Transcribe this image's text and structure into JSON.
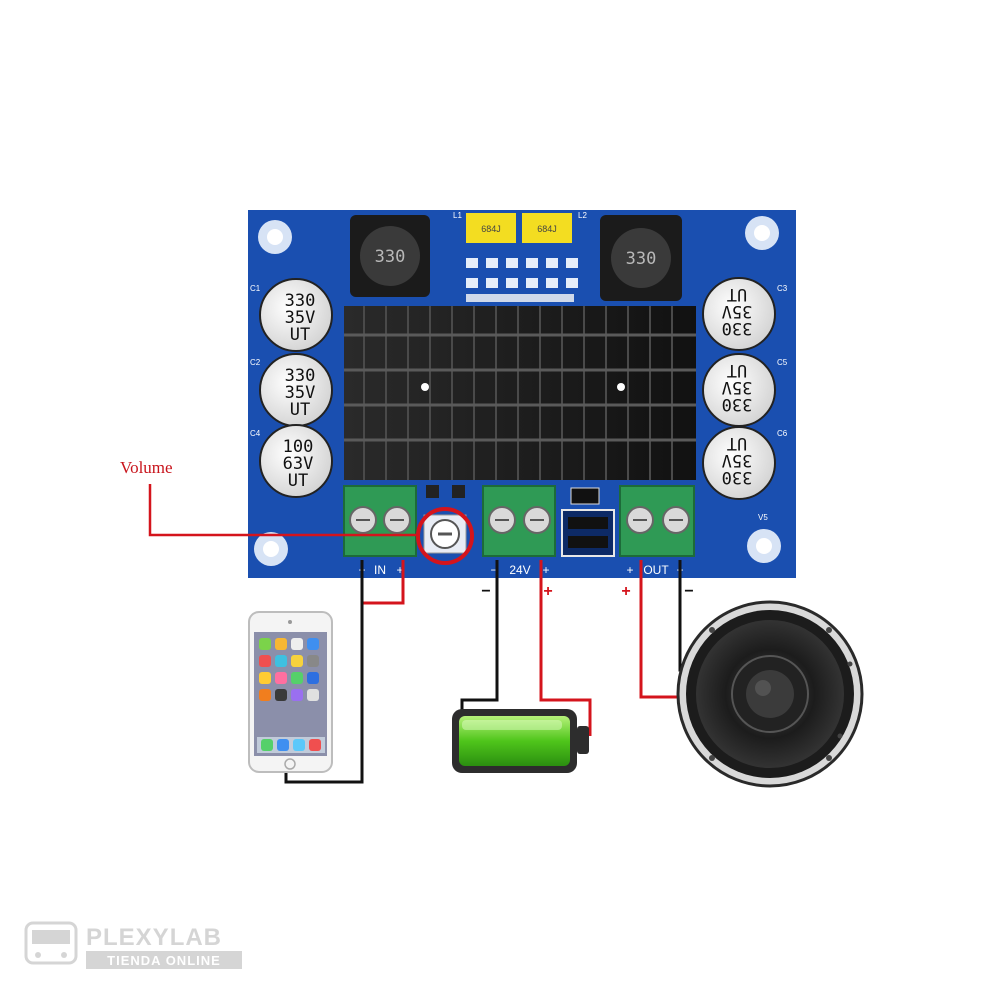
{
  "annotation": {
    "volume_label": "Volume"
  },
  "board": {
    "input_label": "IN",
    "power_label": "24V",
    "output_label": "OUT",
    "inductor_marking": "330",
    "jumper_marking": "684J",
    "small_labels": {
      "c_left_top": "C1",
      "c_left_mid": "C2",
      "c_left_bot": "C4",
      "c_right_top": "C3",
      "c_right_mid": "C5",
      "c_right_bot": "C6",
      "l1": "L1",
      "l2": "L2",
      "v5": "V5"
    },
    "caps_left": [
      {
        "l1": "330",
        "l2": "35V",
        "l3": "UT"
      },
      {
        "l1": "330",
        "l2": "35V",
        "l3": "UT"
      },
      {
        "l1": "100",
        "l2": "63V",
        "l3": "UT"
      }
    ],
    "caps_right": [
      {
        "l1": "330",
        "l2": "35V",
        "l3": "UT"
      },
      {
        "l1": "330",
        "l2": "35V",
        "l3": "UT"
      },
      {
        "l1": "330",
        "l2": "35V",
        "l3": "UT"
      }
    ]
  },
  "polarity": {
    "power_minus": "−",
    "power_plus": "+",
    "out_plus": "+",
    "out_minus": "−",
    "in_minus": "−",
    "in_plus": "+"
  },
  "watermark": {
    "brand": "PLEXYLAB",
    "tagline": "TIENDA ONLINE"
  },
  "colors": {
    "pcb": "#1a4fb0",
    "terminal": "#2f9a55",
    "wire_red": "#d4141c",
    "wire_black": "#111111",
    "battery": "#5ccf1e"
  }
}
